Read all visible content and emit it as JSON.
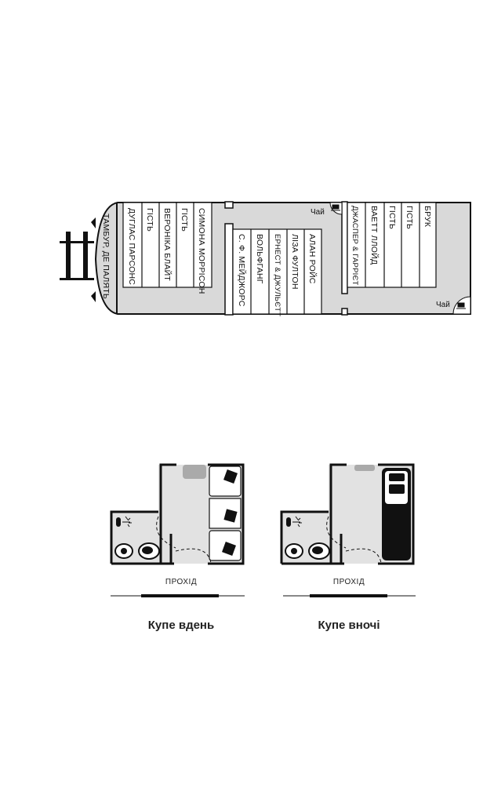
{
  "car": {
    "vestibule": "ТАМБУР, ДЕ ПАЛЯТЬ",
    "left_block": [
      "ДУГЛАС ПАРСОНС",
      "ГІСТЬ",
      "ВЕРОНІКА БЛАЙТ",
      "ГІСТЬ",
      "СИМОНА МОРРІСОН"
    ],
    "middle_block": [
      "С. Ф. МЕЙДЖОРС",
      "ВОЛЬФГАНГ",
      "ЕРНЕСТ & ДЖУЛЬЄТТ",
      "ЛІЗА ФУЛТОН",
      "АЛАН РОЙС"
    ],
    "right_block": [
      "ДЖАСПЕР & ГАРРІЄТ",
      "ВАЕТТ ЛЛОЙД",
      "ГІСТЬ",
      "ГІСТЬ",
      "БРУК"
    ],
    "tea_top": "Чай",
    "tea_bottom": "Чай"
  },
  "compartments": [
    {
      "corridor": "ПРОХІД",
      "caption": "Купе вдень"
    },
    {
      "corridor": "ПРОХІД",
      "caption": "Купе вночі"
    }
  ],
  "colors": {
    "floor": "#d9d9d9",
    "wall": "#111111",
    "seat": "#aaaaaa"
  }
}
